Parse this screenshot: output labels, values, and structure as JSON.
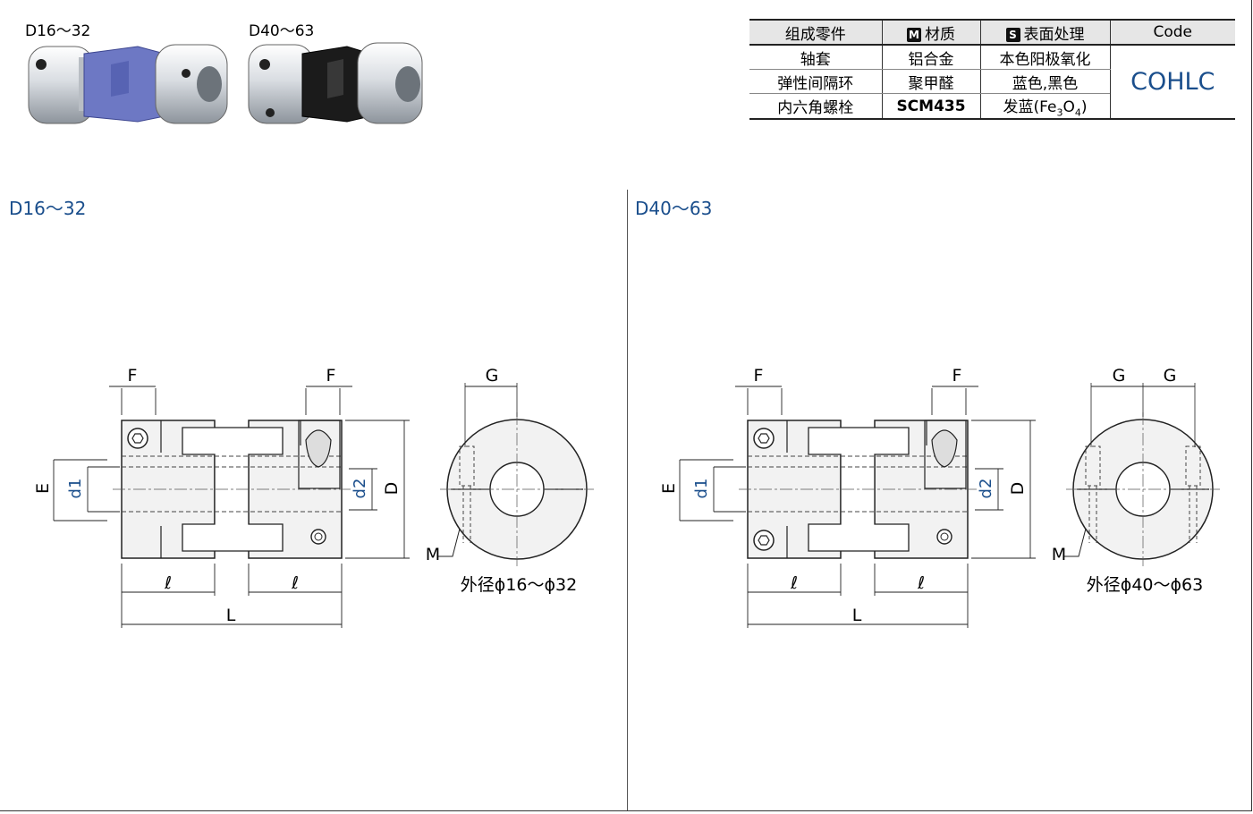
{
  "photos": [
    {
      "label": "D16～32",
      "spacer_color": "#6d78c4"
    },
    {
      "label": "D40～63",
      "spacer_color": "#1b1b1b"
    }
  ],
  "spec_table": {
    "headers": {
      "part": "组成零件",
      "material_badge": "M",
      "material": "材质",
      "surface_badge": "S",
      "surface": "表面处理",
      "code": "Code"
    },
    "rows": [
      {
        "part": "轴套",
        "material": "铝合金",
        "surface": "本色阳极氧化"
      },
      {
        "part": "弹性间隔环",
        "material": "聚甲醛",
        "surface": "蓝色,黑色"
      },
      {
        "part": "内六角螺栓",
        "material": "SCM435",
        "surface_pre": "发蓝(Fe",
        "surface_sub1": "3",
        "surface_mid": "O",
        "surface_sub2": "4",
        "surface_post": ")"
      }
    ],
    "code_value": "COHLC"
  },
  "sections": [
    {
      "title": "D16～32",
      "dims": {
        "F": "F",
        "G": "G",
        "E": "E",
        "d1": "d1",
        "d2": "d2",
        "D": "D",
        "l": "ℓ",
        "L": "L",
        "M": "M"
      },
      "diameter_note": "外径ϕ16～ϕ32"
    },
    {
      "title": "D40～63",
      "dims": {
        "F": "F",
        "G": "G",
        "E": "E",
        "d1": "d1",
        "d2": "d2",
        "D": "D",
        "l": "ℓ",
        "L": "L",
        "M": "M"
      },
      "diameter_note": "外径ϕ40～ϕ63"
    }
  ],
  "colors": {
    "accent_blue": "#1a4e8c",
    "line": "#222222",
    "body_fill": "#f2f2f2"
  }
}
